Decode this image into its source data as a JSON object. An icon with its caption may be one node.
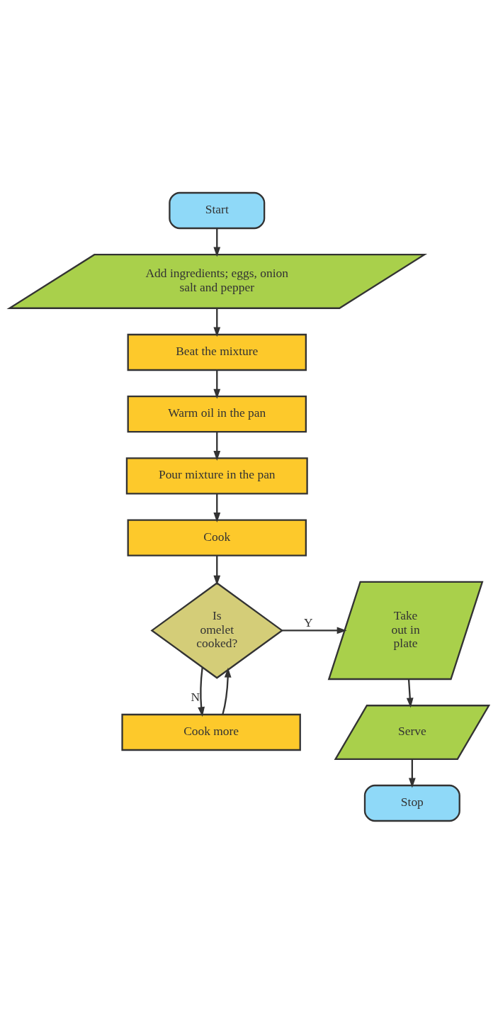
{
  "diagram": {
    "nodes": [
      {
        "text": [
          "Start"
        ]
      },
      {
        "text": [
          "Add ingredients; eggs, onion salt and pepper"
        ]
      },
      {
        "text": [
          "Beat the mixture"
        ]
      },
      {
        "text": [
          "Warm oil in the pan"
        ]
      },
      {
        "text": [
          "Pour mixture in the pan"
        ]
      },
      {
        "text": [
          "Cook"
        ]
      },
      {
        "text": [
          "Is omelet cooked?"
        ]
      },
      {
        "text": [
          "Take out in plate"
        ]
      },
      {
        "text": [
          "Cook more"
        ]
      },
      {
        "text": [
          "Serve"
        ]
      },
      {
        "text": [
          "Stop"
        ]
      }
    ],
    "edges": [
      {
        "from": 0,
        "to": 1,
        "arrow": "to"
      },
      {
        "from": 1,
        "to": 2,
        "arrow": "to"
      },
      {
        "from": 2,
        "to": 3,
        "arrow": "to"
      },
      {
        "from": 3,
        "to": 4,
        "arrow": "to"
      },
      {
        "from": 4,
        "to": 5,
        "arrow": "to"
      },
      {
        "from": 5,
        "to": 6,
        "arrow": "to"
      },
      {
        "from": 6,
        "to": 7,
        "arrow": "to",
        "label": "Y"
      },
      {
        "from": 6,
        "to": 8,
        "arrow": "to",
        "label": "N"
      },
      {
        "from": 8,
        "to": 6,
        "arrow": "to"
      },
      {
        "from": 7,
        "to": 9,
        "arrow": "to"
      },
      {
        "from": 9,
        "to": 10,
        "arrow": "to"
      }
    ]
  }
}
